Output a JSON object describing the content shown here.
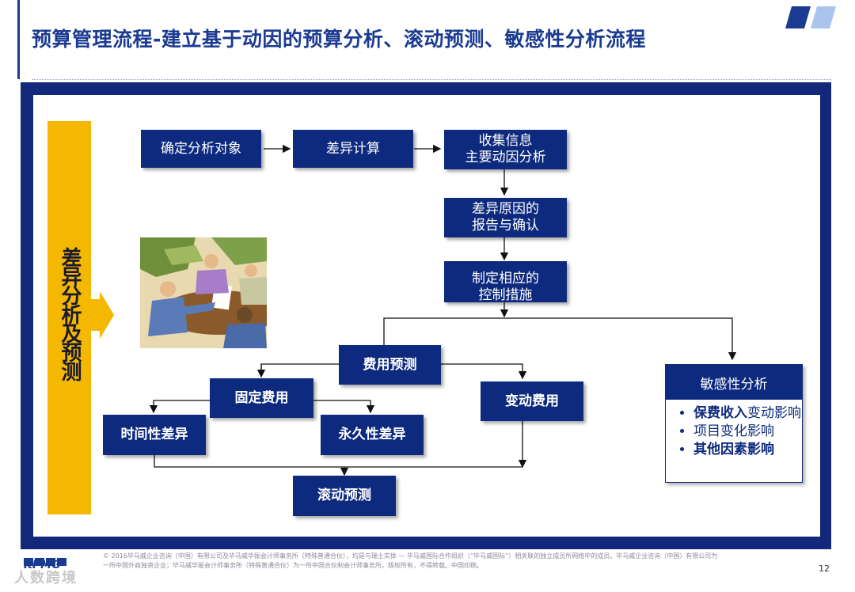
{
  "title": "预算管理流程-建立基于动因的预算分析、滚动预测、敏感性分析流程",
  "side_label": "差异分析及预测",
  "nodes": {
    "analysis_object": "确定分析对象",
    "variance_calc": "差异计算",
    "collect_info": "收集信息\n主要动因分析",
    "variance_report": "差异原因的\n报告与确认",
    "control_measures": "制定相应的\n控制措施",
    "cost_forecast": "费用预测",
    "fixed_cost": "固定费用",
    "variable_cost": "变动费用",
    "timing_variance": "时间性差异",
    "permanent_variance": "永久性差异",
    "rolling_forecast": "滚动预测"
  },
  "sensitivity": {
    "header": "敏感性分析",
    "items": [
      {
        "bold": "保费收入",
        "rest": "变动影响"
      },
      {
        "bold": "",
        "rest": "项目变化影响"
      },
      {
        "bold": "其他因素影响",
        "rest": ""
      }
    ]
  },
  "footer": "© 2016毕马威企业咨询（中国）有限公司及毕马威华振会计师事务所（特殊普通合伙），均是与瑞士实体 — 毕马威国际合作组织（“毕马威国际”）相关联的独立成员所网络中的成员。毕马威企业咨询（中国）有限公司为一所中国外商独资企业；毕马威华振会计师事务所（特殊普通合伙）为一所中国合伙制会计师事务所。版权所有，不得转载。中国印刷。",
  "page_number": "12",
  "logo_text": "KPMG",
  "watermark": "人数跨境",
  "colors": {
    "navy": "#0e2a7e",
    "yellow": "#f5b800"
  }
}
